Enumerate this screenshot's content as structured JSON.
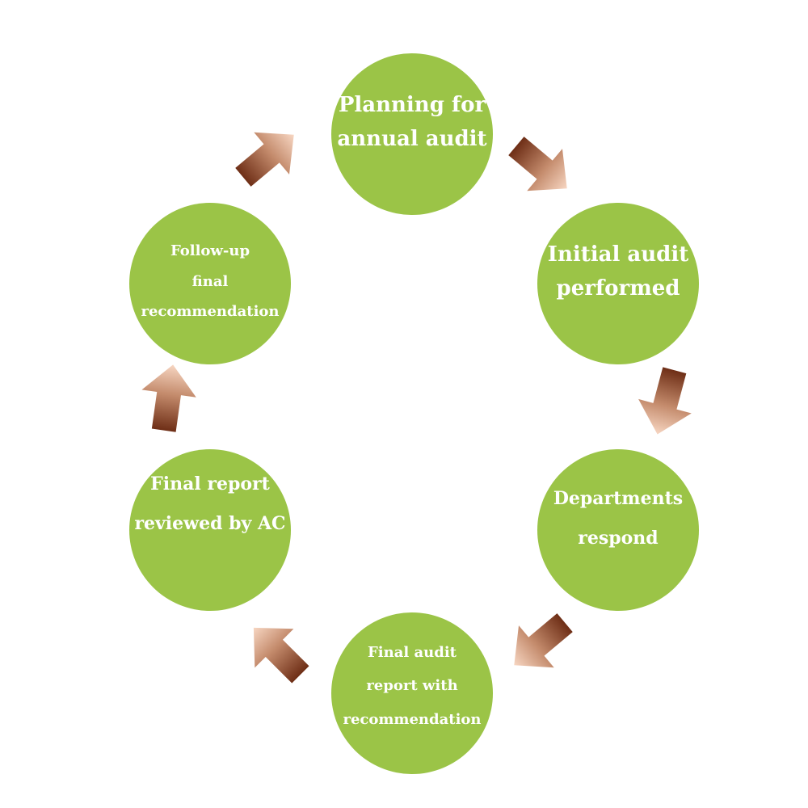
{
  "steps": [
    {
      "label": "Planning for\nannual audit"
    },
    {
      "label": "Initial audit\nperformed"
    },
    {
      "label": "Departments\nrespond"
    },
    {
      "label": "Final audit\nreport with\nrecommendation"
    },
    {
      "label": "Final report\nreviewed by AC"
    },
    {
      "label": "Follow-up\nfinal\nrecommendation"
    }
  ],
  "colors": {
    "circle_fill": "#9bc447",
    "circle_text": "#ffffff",
    "arrow_dark": "#6e2e16",
    "arrow_light": "#f7d6c2"
  },
  "arrow_icons": [
    "arrow-down-right-icon",
    "arrow-down-left-icon",
    "arrow-down-left-icon",
    "arrow-up-left-icon",
    "arrow-up-icon",
    "arrow-up-right-icon"
  ]
}
